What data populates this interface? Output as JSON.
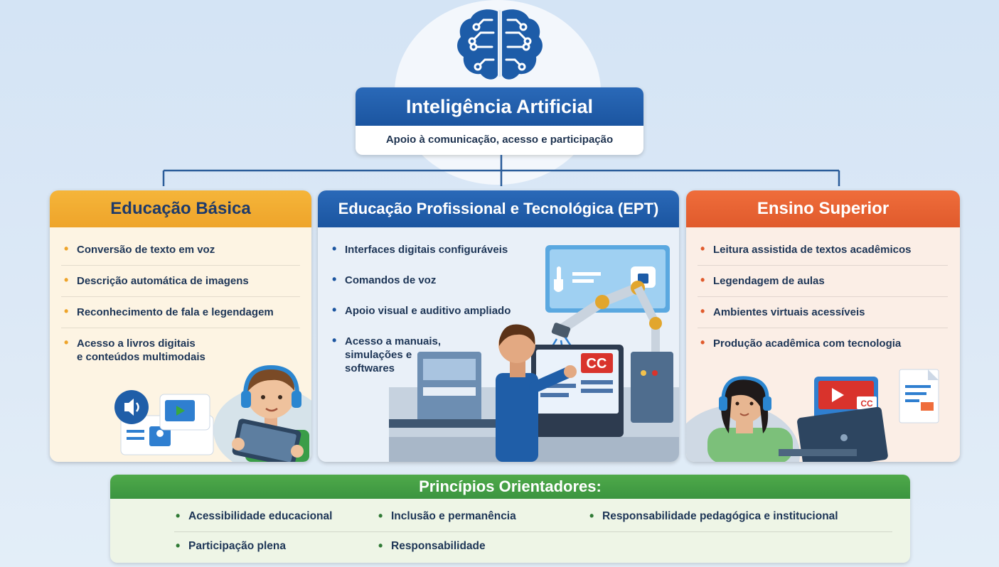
{
  "header": {
    "title": "Inteligência Artificial",
    "subtitle": "Apoio à comunicação, acesso e participação educacional"
  },
  "columns": {
    "basic": {
      "title": "Educação Básica",
      "items": [
        "Conversão de texto em voz",
        "Descrição automática de imagens",
        "Reconhecimento de fala e legendagem",
        "Acesso a livros digitais"
      ],
      "item4_line2": "e conteúdos multimodais"
    },
    "ept": {
      "title": "Educação Profissional e Tecnológica (EPT)",
      "items": [
        "Interfaces digitais configuráveis",
        "Comandos de voz",
        "Apoio visual e auditivo ampliado",
        "Acesso a manuais,"
      ],
      "item4_line2": "simulações e",
      "item4_line3": "softwares",
      "cc_label": "CC"
    },
    "superior": {
      "title": "Ensino Superior",
      "items": [
        "Leitura assistida de textos acadêmicos",
        "Legendagem de aulas",
        "Ambientes virtuais acessíveis",
        "Produção acadêmica com tecnologia"
      ],
      "cc_label": "CC"
    }
  },
  "principles": {
    "title": "Princípios Orientadores:",
    "items": [
      "Acessibilidade educacional",
      "Inclusão e permanência",
      "Responsabilidade pedagógica e institucional",
      "Participação plena",
      "Responsabilidade"
    ]
  },
  "colors": {
    "blue": "#1b55a0",
    "yellow": "#eea42a",
    "orange": "#e05a2c",
    "green": "#3b9440"
  }
}
